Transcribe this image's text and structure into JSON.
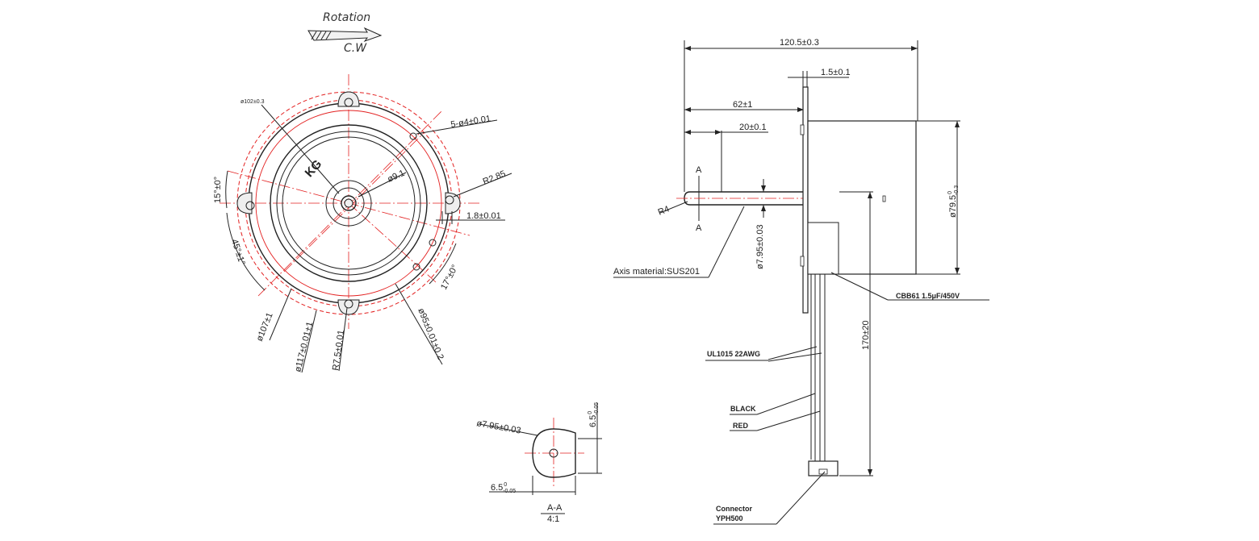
{
  "rotation": {
    "label": "Rotation",
    "direction": "C.W"
  },
  "front_view": {
    "d102": "ø102±0.3",
    "holes": "5-ø4±0.01",
    "d91": "ø9.1",
    "r285": "R2.85",
    "d18": "1.8±0.01",
    "a15": "15°±0°",
    "a45": "45°±1°",
    "a17": "17°±0°",
    "d107": "ø107±1",
    "d117": "ø117±0.01±1",
    "r75": "R7.5±0.01",
    "d95": "ø95±0.01±0.2",
    "brand": "KG"
  },
  "side_view": {
    "length_total": "120.5±0.3",
    "flange": "1.5±0.1",
    "length_62": "62±1",
    "length_20": "20±0.1",
    "section_mark": "A",
    "r4": "R4",
    "shaft_dia": "ø7.95±0.03",
    "body_dia": "ø79.5",
    "body_dia_tol_upper": "0",
    "body_dia_tol_lower": "-0.3",
    "lead_length": "170±20",
    "axis_material": "Axis  material:SUS201",
    "capacitor": "CBB61 1.5μF/450V",
    "wire": "UL1015 22AWG",
    "black": "BLACK",
    "red": "RED",
    "connector_line1": "Connector",
    "connector_line2": "YPH500"
  },
  "section_view": {
    "dia": "ø7.95±0.03",
    "flat_v_nominal": "6.5",
    "flat_v_tol_upper": "0",
    "flat_v_tol_lower": "-0.05",
    "flat_h_nominal": "6.5",
    "flat_h_tol_upper": "0",
    "flat_h_tol_lower": "-0.05",
    "label": "A-A",
    "scale": "4:1"
  }
}
